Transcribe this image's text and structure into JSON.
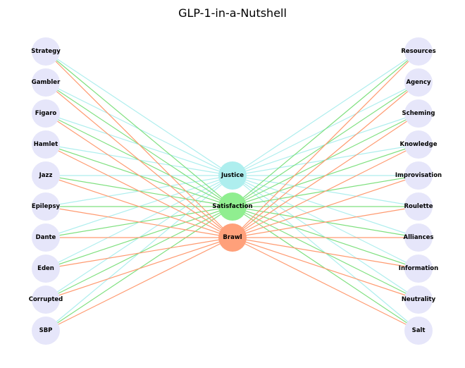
{
  "title": "GLP-1-in-a-Nutshell",
  "colors": {
    "side_node": "#e6e6fa",
    "justice": "#aeeeee",
    "satisfaction": "#90ee90",
    "brawl": "#ffa07a",
    "edge_justice": "#aeeeee",
    "edge_satisfaction": "#7fe07f",
    "edge_brawl": "#ff9a70"
  },
  "left_nodes": [
    "Strategy",
    "Gambler",
    "Figaro",
    "Hamlet",
    "Jazz",
    "Epilepsy",
    "Dante",
    "Eden",
    "Corrupted",
    "SBP"
  ],
  "center_nodes": [
    {
      "label": "Justice",
      "color_key": "justice",
      "edge_color_key": "edge_justice"
    },
    {
      "label": "Satisfaction",
      "color_key": "satisfaction",
      "edge_color_key": "edge_satisfaction"
    },
    {
      "label": "Brawl",
      "color_key": "brawl",
      "edge_color_key": "edge_brawl"
    }
  ],
  "right_nodes": [
    "Resources",
    "Agency",
    "Scheming",
    "Knowledge",
    "Improvisation",
    "Roulette",
    "Alliances",
    "Information",
    "Neutrality",
    "Salt"
  ]
}
